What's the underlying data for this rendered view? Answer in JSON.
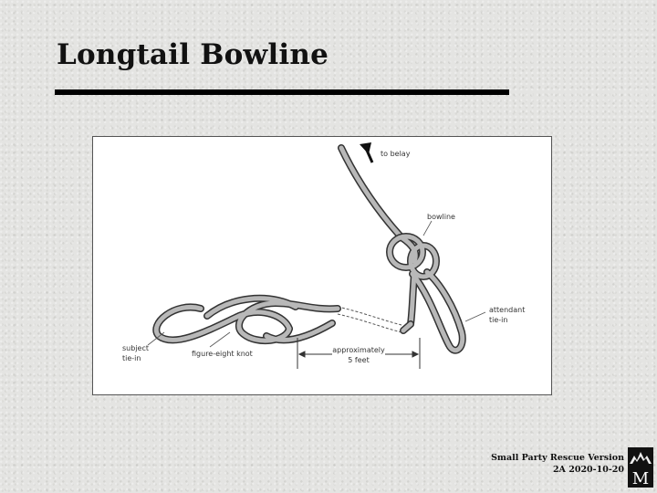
{
  "slide": {
    "title": "Longtail Bowline"
  },
  "figure": {
    "labels": {
      "to_belay": "to belay",
      "bowline": "bowline",
      "attendant_line1": "attendant",
      "attendant_line2": "tie-in",
      "subject_line1": "subject",
      "subject_line2": "tie-in",
      "figure_eight": "figure-eight knot",
      "distance_line1": "approximately",
      "distance_line2": "5 feet"
    }
  },
  "footer": {
    "line1": "Small Party Rescue Version",
    "line2": "2A 2020-10-20"
  },
  "logo": {
    "letter": "M"
  }
}
